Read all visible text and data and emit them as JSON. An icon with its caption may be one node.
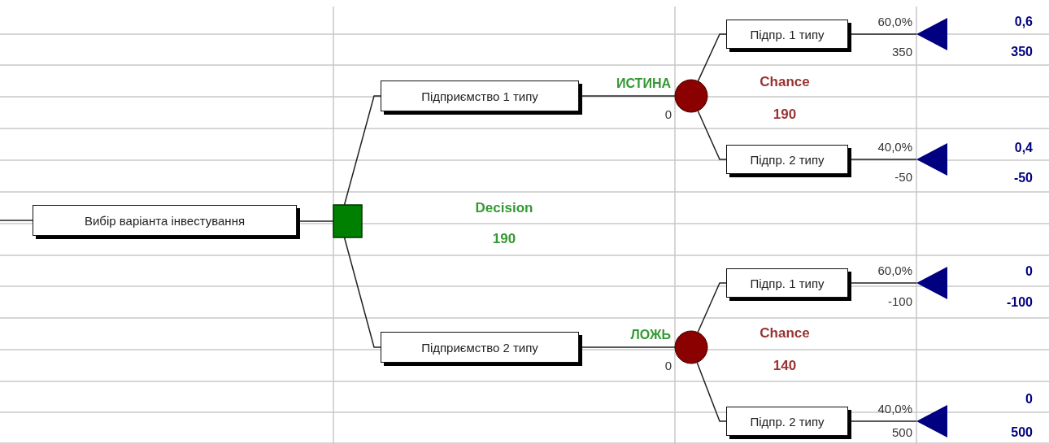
{
  "diagram": {
    "nodes": [
      {
        "text": [
          "Вибір варіанта інвестування"
        ]
      },
      {
        "text": [],
        "shape": "box",
        "beside": [
          "Decision",
          "190"
        ]
      },
      {
        "text": [
          "Підприємство 1 типу"
        ]
      },
      {
        "text": [],
        "shape": "circle",
        "beside": [
          "Chance",
          "190"
        ]
      },
      {
        "text": [
          "Підпр. 1 типу"
        ]
      },
      {
        "text": [],
        "shape": "triangle",
        "beside": [
          "0,6",
          "350"
        ]
      },
      {
        "text": [
          "Підпр. 2 типу"
        ]
      },
      {
        "text": [],
        "shape": "triangle",
        "beside": [
          "0,4",
          "-50"
        ]
      },
      {
        "text": [
          "Підприємство 2 типу"
        ]
      },
      {
        "text": [],
        "shape": "circle",
        "beside": [
          "Chance",
          "140"
        ]
      },
      {
        "text": [
          "Підпр. 1 типу"
        ]
      },
      {
        "text": [],
        "shape": "triangle",
        "beside": [
          "0",
          "-100"
        ]
      },
      {
        "text": [
          "Підпр. 2 типу"
        ]
      },
      {
        "text": [],
        "shape": "triangle",
        "beside": [
          "0",
          "500"
        ]
      }
    ],
    "edges": [
      {
        "from": null,
        "to": 0,
        "arrow": "none"
      },
      {
        "from": 0,
        "to": 1,
        "arrow": "none"
      },
      {
        "from": 1,
        "to": 2,
        "arrow": "none"
      },
      {
        "from": 2,
        "to": 3,
        "arrow": "none",
        "label": "ИСТИНА"
      },
      {
        "from": 3,
        "to": 4,
        "arrow": "none"
      },
      {
        "from": 4,
        "to": 5,
        "arrow": "none",
        "label": "60,0%"
      },
      {
        "from": 3,
        "to": 6,
        "arrow": "none"
      },
      {
        "from": 6,
        "to": 7,
        "arrow": "none",
        "label": "40,0%"
      },
      {
        "from": 1,
        "to": 8,
        "arrow": "none"
      },
      {
        "from": 8,
        "to": 9,
        "arrow": "none",
        "label": "ЛОЖЬ"
      },
      {
        "from": 9,
        "to": 10,
        "arrow": "none"
      },
      {
        "from": 10,
        "to": 11,
        "arrow": "none",
        "label": "60,0%"
      },
      {
        "from": 9,
        "to": 12,
        "arrow": "none"
      },
      {
        "from": 12,
        "to": 13,
        "arrow": "none",
        "label": "40,0%"
      }
    ],
    "labels": [
      "350",
      "0",
      "-50",
      "-100",
      "0",
      "500"
    ]
  }
}
